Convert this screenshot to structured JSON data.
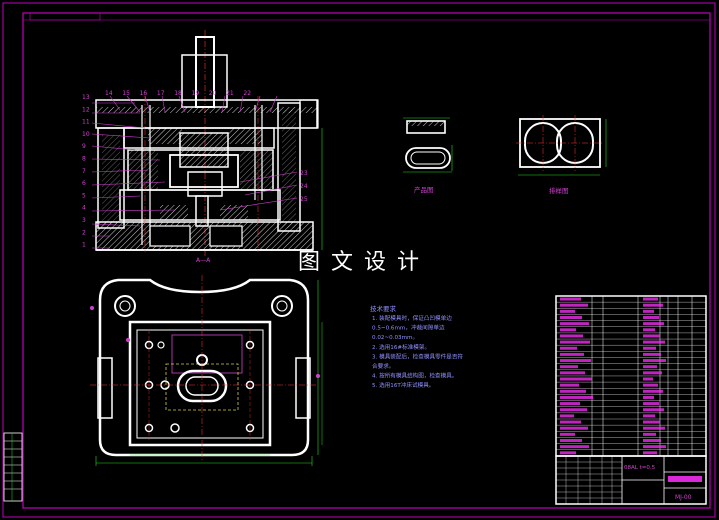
{
  "watermark": "图 文 设 计",
  "main_view": {
    "label": "A—A",
    "part_numbers_top": [
      "14",
      "15",
      "16",
      "17",
      "18",
      "19",
      "20",
      "21",
      "22"
    ],
    "part_numbers_left": [
      "13",
      "12",
      "11",
      "10",
      "9",
      "8",
      "7",
      "6",
      "5",
      "4",
      "3",
      "2",
      "1"
    ],
    "part_numbers_right": [
      "23",
      "24",
      "25"
    ]
  },
  "product_view": {
    "label": "产品图"
  },
  "layout_view": {
    "label": "排样图"
  },
  "tech_notes": {
    "title": "技术要求",
    "lines": [
      "1.  装配模具时，保证凸凹模单边",
      "0.5~0.6mm，冲裁间隙单边",
      "0.02~0.03mm。",
      "2.  选用16#标准模架。",
      "3.  模具装配后，检查模具零件是否符",
      "合要求。",
      "4.  按所有模具结构图，检查模具。",
      "5.  选用16T冲床试模具。"
    ]
  },
  "title_block": {
    "material": "08AL t=0.5",
    "drawing_no": "MJ-00"
  },
  "colors": {
    "outline": "#ffffff",
    "frame": "#c000c0",
    "center": "#ff3030",
    "dim": "#20e020",
    "label": "#d040d0",
    "note": "#9090ff",
    "hatch": "#ffffff"
  }
}
